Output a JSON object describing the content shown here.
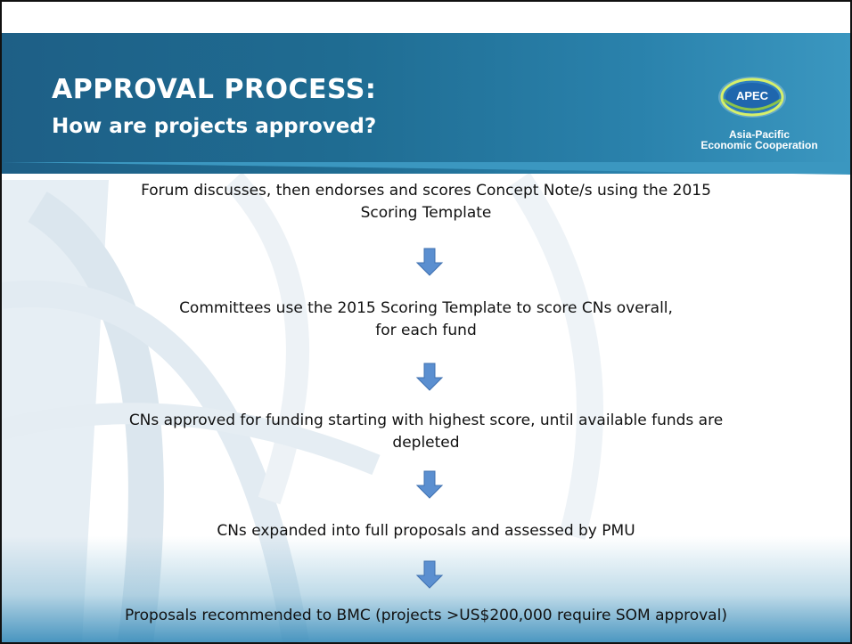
{
  "slide": {
    "title": "APPROVAL PROCESS:",
    "subtitle": "How are projects approved?"
  },
  "logo": {
    "oval_label": "APEC",
    "line1": "Asia-Pacific",
    "line2": "Economic Cooperation"
  },
  "steps": [
    {
      "line1": "Forum discusses, then endorses and scores Concept Note/s using the 2015",
      "line2": "Scoring Template"
    },
    {
      "line1": "Committees use the 2015 Scoring Template to score CNs overall,",
      "line2": "for each fund"
    },
    {
      "line1": "CNs approved for funding starting with highest score, until available funds are",
      "line2": "depleted"
    },
    {
      "line1": "CNs expanded into full proposals and assessed by PMU"
    },
    {
      "line1": "Proposals recommended to BMC (projects >US$200,000 require SOM approval)"
    }
  ],
  "colors": {
    "header_blue": "#1f6c92",
    "arrow_blue": "#5b8fd0"
  },
  "icons": [
    "down-arrow-icon",
    "apec-logo"
  ]
}
